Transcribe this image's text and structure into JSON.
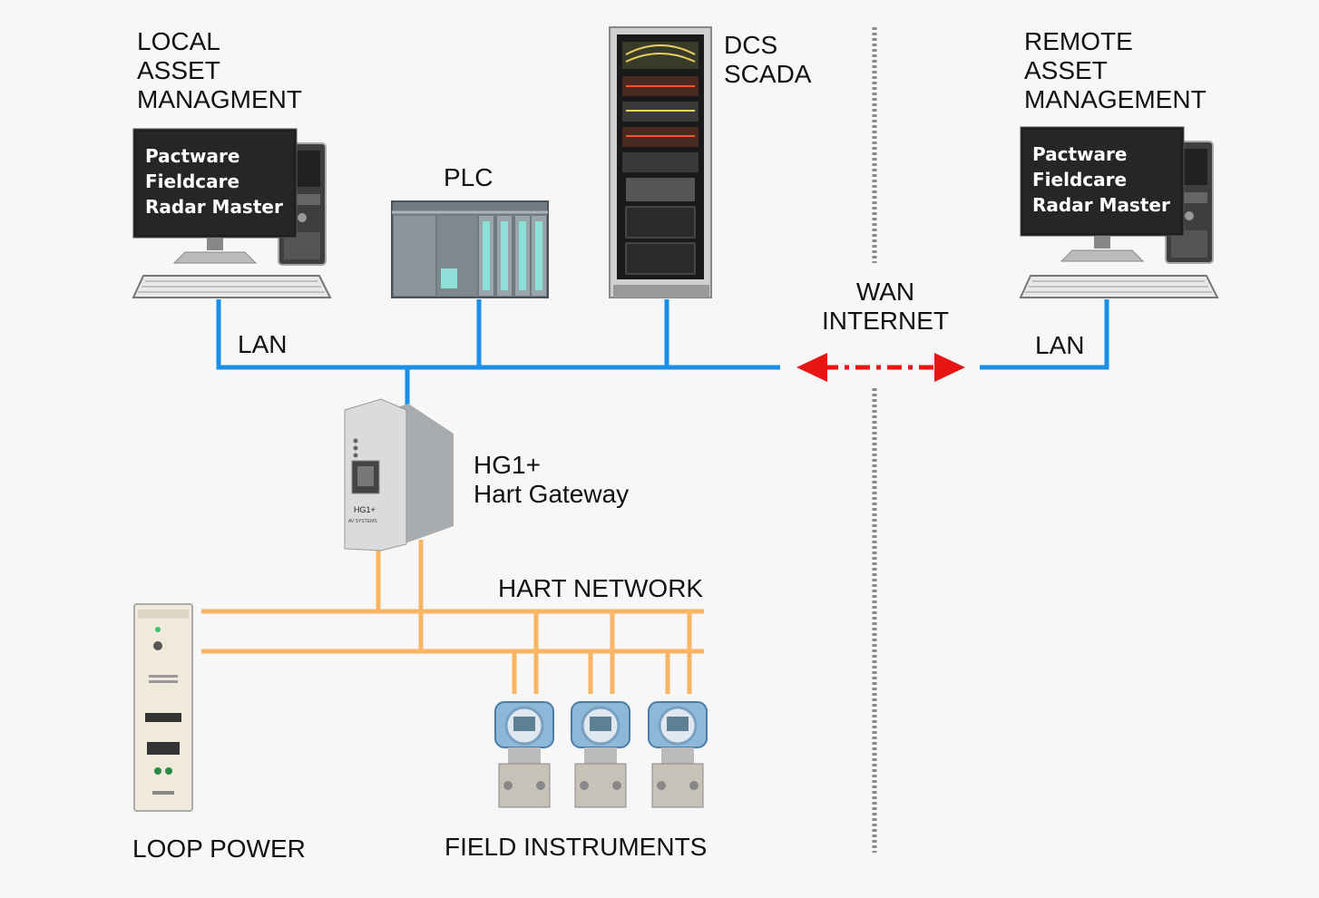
{
  "labels": {
    "local_asset": [
      "LOCAL",
      "ASSET",
      "MANAGMENT"
    ],
    "remote_asset": [
      "REMOTE",
      "ASSET",
      "MANAGEMENT"
    ],
    "plc": "PLC",
    "dcs": [
      "DCS",
      "SCADA"
    ],
    "wan": [
      "WAN",
      "INTERNET"
    ],
    "lan_local": "LAN",
    "lan_remote": "LAN",
    "gateway": [
      "HG1+",
      "Hart Gateway"
    ],
    "hart_network": "HART NETWORK",
    "loop_power": "LOOP POWER",
    "field_instruments": "FIELD INSTRUMENTS"
  },
  "screens": {
    "local": [
      "Pactware",
      "Fieldcare",
      "Radar Master"
    ],
    "remote": [
      "Pactware",
      "Fieldcare",
      "Radar Master"
    ]
  },
  "device_markings": {
    "gateway_label": "HG1+",
    "gateway_brand": "AV SYSTEMS"
  },
  "colors": {
    "lan": "#1a8fe8",
    "hart": "#f7b565",
    "wan_arrow": "#e81515",
    "divider": "#8a8a8a"
  }
}
